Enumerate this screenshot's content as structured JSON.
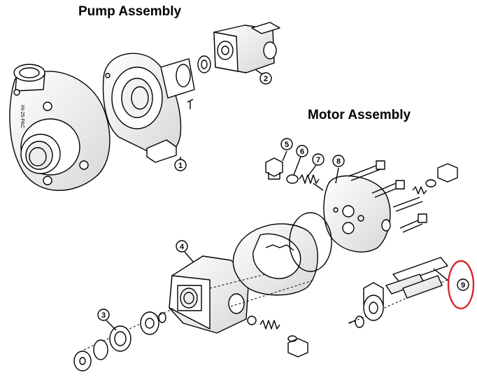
{
  "titles": {
    "pump": "Pump Assembly",
    "motor": "Motor Assembly"
  },
  "callouts": [
    "1",
    "2",
    "3",
    "4",
    "5",
    "6",
    "7",
    "8",
    "9"
  ],
  "housing_stamp": "IN-25-PAC",
  "highlight_color": "#d9252b",
  "line_color": "#000000"
}
